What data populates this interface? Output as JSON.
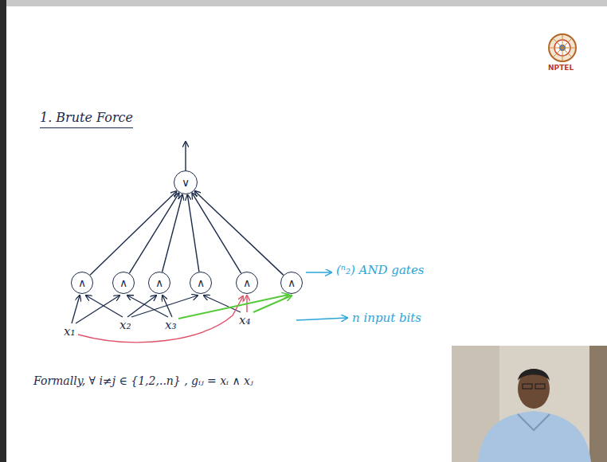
{
  "diagram": {
    "title": "1. Brute Force",
    "nodes": [
      {
        "text": [
          "∨"
        ]
      },
      {
        "text": [
          "∧"
        ]
      },
      {
        "text": [
          "∧"
        ]
      },
      {
        "text": [
          "∧"
        ]
      },
      {
        "text": [
          "∧"
        ]
      },
      {
        "text": [
          "∧"
        ]
      },
      {
        "text": [
          "∧"
        ]
      }
    ],
    "edges": [
      {
        "from": 1,
        "to": 0,
        "arrow": "to"
      },
      {
        "from": 2,
        "to": 0,
        "arrow": "to"
      },
      {
        "from": 3,
        "to": 0,
        "arrow": "to"
      },
      {
        "from": 4,
        "to": 0,
        "arrow": "to"
      },
      {
        "from": 5,
        "to": 0,
        "arrow": "to"
      },
      {
        "from": 6,
        "to": 0,
        "arrow": "to"
      }
    ],
    "labels": [
      "NPTEL",
      "x₁",
      "x₂",
      "x₃",
      "x₄",
      "(ⁿ₂) AND gates",
      "n input bits",
      "Formally, ∀ i≠j ∈ {1,2,..n} , gᵢⱼ = xᵢ ∧ xⱼ"
    ]
  }
}
